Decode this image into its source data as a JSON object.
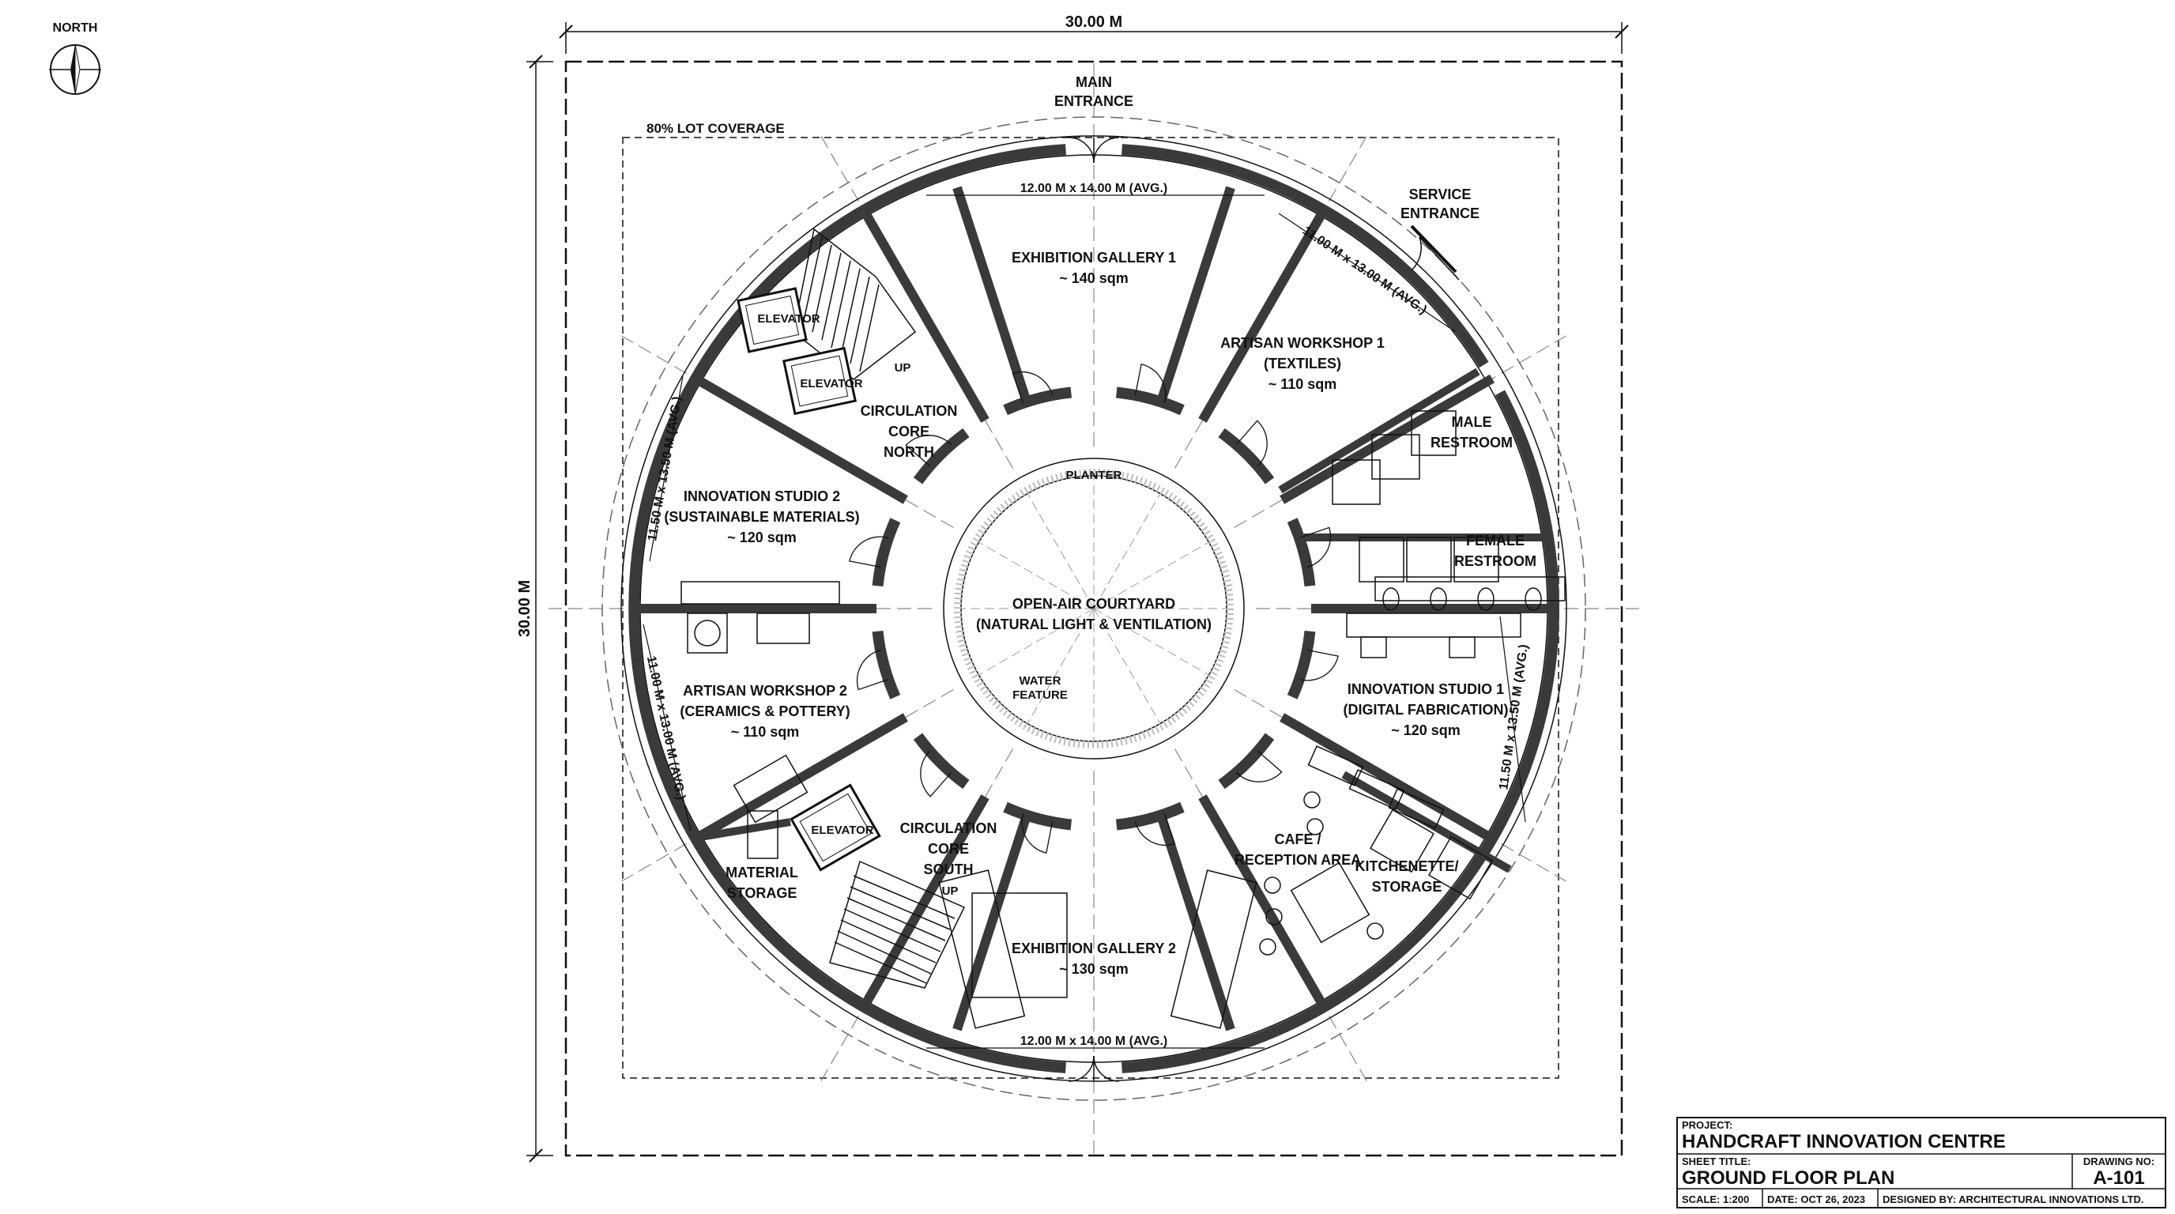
{
  "north": {
    "label": "NORTH"
  },
  "dimensions": {
    "width": "30.00 M",
    "height": "30.00 M",
    "lot_coverage": "80% LOT COVERAGE",
    "gallery1_dim": "12.00 M x 14.00 M (AVG.)",
    "gallery2_dim": "12.00 M x 14.00 M (AVG.)",
    "workshop1_dim": "11.00 M x 13.00 M (AVG.)",
    "studio2_dim": "11.50 M x 13.50 M (AVG.)",
    "workshop2_dim": "11.00 M x 13.00 M (AVG.)",
    "studio1_dim": "11.50 M x 13.50 M (AVG.)"
  },
  "entrances": {
    "main": [
      "MAIN",
      "ENTRANCE"
    ],
    "service": [
      "SERVICE",
      "ENTRANCE"
    ]
  },
  "rooms": {
    "gallery1": [
      "EXHIBITION GALLERY 1",
      "~ 140 sqm"
    ],
    "workshop1": [
      "ARTISAN WORKSHOP 1",
      "(TEXTILES)",
      "~ 110 sqm"
    ],
    "male_restroom": [
      "MALE",
      "RESTROOM"
    ],
    "female_restroom": [
      "FEMALE",
      "RESTROOM"
    ],
    "studio1": [
      "INNOVATION STUDIO 1",
      "(DIGITAL FABRICATION)",
      "~ 120 sqm"
    ],
    "cafe": [
      "CAFE /",
      "RECEPTION AREA"
    ],
    "kitchenette": [
      "KITCHENETTE/",
      "STORAGE"
    ],
    "gallery2": [
      "EXHIBITION GALLERY 2",
      "~ 130 sqm"
    ],
    "core_south": [
      "CIRCULATION",
      "CORE",
      "SOUTH"
    ],
    "material_storage": [
      "MATERIAL",
      "STORAGE"
    ],
    "workshop2": [
      "ARTISAN WORKSHOP 2",
      "(CERAMICS & POTTERY)",
      "~ 110 sqm"
    ],
    "studio2": [
      "INNOVATION STUDIO 2",
      "(SUSTAINABLE MATERIALS)",
      "~ 120 sqm"
    ],
    "core_north": [
      "CIRCULATION",
      "CORE",
      "NORTH"
    ],
    "courtyard": [
      "OPEN-AIR COURTYARD",
      "(NATURAL LIGHT & VENTILATION)"
    ],
    "planter": "PLANTER",
    "water_feature": [
      "WATER",
      "FEATURE"
    ],
    "elevator_n1": "ELEVATOR",
    "elevator_n2": "ELEVATOR",
    "elevator_s": "ELEVATOR",
    "up_n": "UP",
    "up_s": "UP"
  },
  "title_block": {
    "project_label": "PROJECT:",
    "project": "HANDCRAFT INNOVATION CENTRE",
    "sheet_label": "SHEET TITLE:",
    "sheet": "GROUND FLOOR PLAN",
    "drawing_no_label": "DRAWING NO:",
    "drawing_no": "A-101",
    "scale": "SCALE: 1:200",
    "date": "DATE: OCT 26, 2023",
    "designer": "DESIGNED BY: ARCHITECTURAL INNOVATIONS LTD."
  }
}
